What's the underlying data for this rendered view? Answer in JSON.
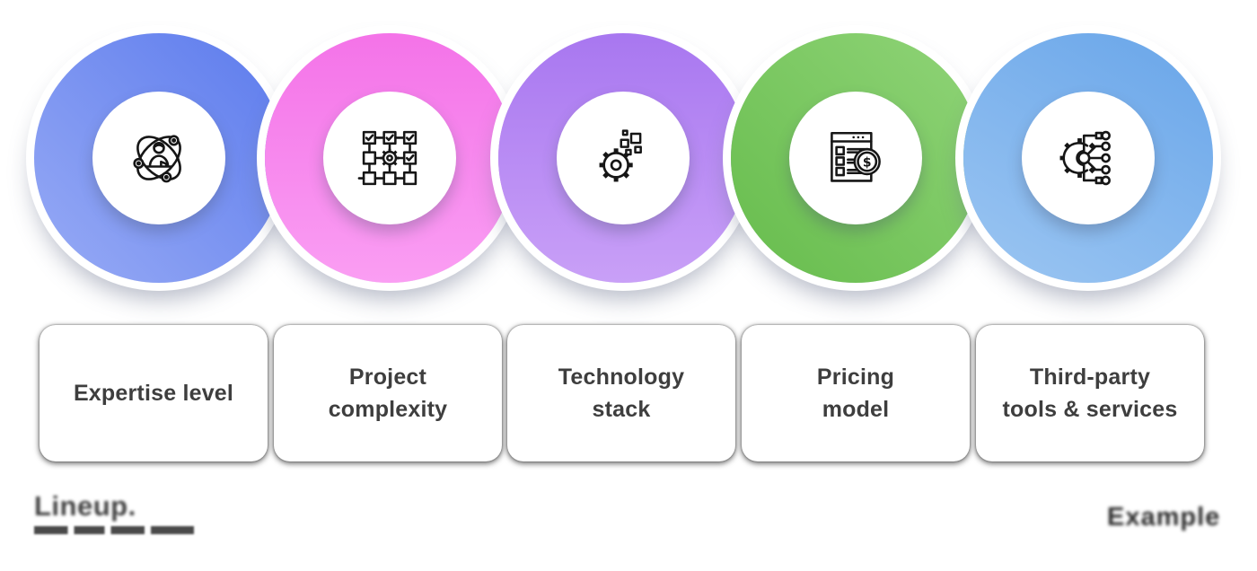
{
  "steps": [
    {
      "label": "Expertise level",
      "icon_name": "expertise-network-person-icon",
      "gradient": {
        "dir": "45deg",
        "from": "#98abf5",
        "to": "#5c7bed"
      }
    },
    {
      "label": "Project\ncomplexity",
      "icon_name": "workflow-checklist-gear-icon",
      "gradient": {
        "dir": "0deg",
        "from": "#fa9ef3",
        "to": "#f473e8"
      }
    },
    {
      "label": "Technology\nstack",
      "icon_name": "gear-pixels-icon",
      "gradient": {
        "dir": "0deg",
        "from": "#c9a0f7",
        "to": "#a877f0"
      }
    },
    {
      "label": "Pricing\nmodel",
      "icon_name": "price-list-dollar-icon",
      "gradient": {
        "dir": "45deg",
        "from": "#66bc4c",
        "to": "#90d478"
      }
    },
    {
      "label": "Third-party\ntools & services",
      "icon_name": "gear-circuit-integration-icon",
      "gradient": {
        "dir": "30deg",
        "from": "#9cc6f2",
        "to": "#68a5e9"
      }
    }
  ],
  "footer": {
    "logo_text": "Lineup.",
    "watermark_text": "Example"
  },
  "style": {
    "card_text_color": "#3e3e3e",
    "icon_stroke": "#161616",
    "background": "#ffffff"
  }
}
